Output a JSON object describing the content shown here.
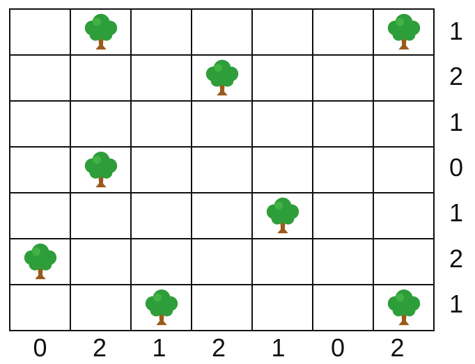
{
  "puzzle": {
    "rows": 7,
    "cols": 7,
    "trees": [
      [
        0,
        1
      ],
      [
        0,
        6
      ],
      [
        1,
        3
      ],
      [
        3,
        1
      ],
      [
        4,
        4
      ],
      [
        5,
        0
      ],
      [
        6,
        2
      ],
      [
        6,
        6
      ]
    ],
    "row_clues": [
      "1",
      "2",
      "1",
      "0",
      "1",
      "2",
      "1"
    ],
    "col_clues": [
      "0",
      "2",
      "1",
      "2",
      "1",
      "0",
      "2"
    ],
    "tree_icon": "tree-icon",
    "colors": {
      "grid_line": "#111111",
      "cell_bg": "#ffffff",
      "foliage": "#2e9e3a",
      "foliage_light": "#4fc04a",
      "trunk": "#9a5a1c"
    }
  }
}
